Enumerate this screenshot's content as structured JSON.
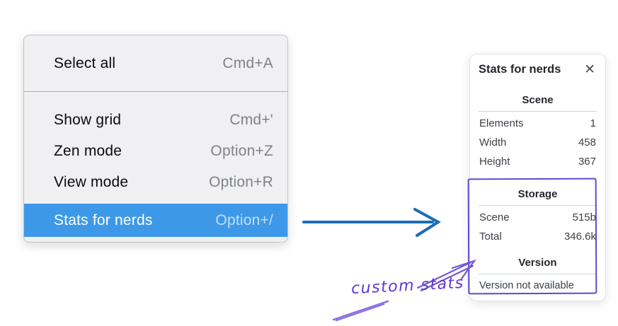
{
  "menu": {
    "items": [
      {
        "label": "Select all",
        "shortcut": "Cmd+A"
      },
      {
        "label": "Show grid",
        "shortcut": "Cmd+'"
      },
      {
        "label": "Zen mode",
        "shortcut": "Option+Z"
      },
      {
        "label": "View mode",
        "shortcut": "Option+R"
      },
      {
        "label": "Stats for nerds",
        "shortcut": "Option+/"
      }
    ],
    "highlighted_item": "Stats for nerds"
  },
  "panel": {
    "title": "Stats for nerds",
    "close_icon": "✕",
    "scene": {
      "heading": "Scene",
      "rows": [
        {
          "label": "Elements",
          "value": "1"
        },
        {
          "label": "Width",
          "value": "458"
        },
        {
          "label": "Height",
          "value": "367"
        }
      ]
    },
    "storage": {
      "heading": "Storage",
      "rows": [
        {
          "label": "Scene",
          "value": "515b"
        },
        {
          "label": "Total",
          "value": "346.6k"
        }
      ]
    },
    "version": {
      "heading": "Version",
      "note": "Version not available"
    }
  },
  "annotation": {
    "text": "custom stats"
  },
  "colors": {
    "menu_highlight": "#3d99e8",
    "arrow_blue": "#1c6cb6",
    "annotation_purple": "#6247cf"
  }
}
